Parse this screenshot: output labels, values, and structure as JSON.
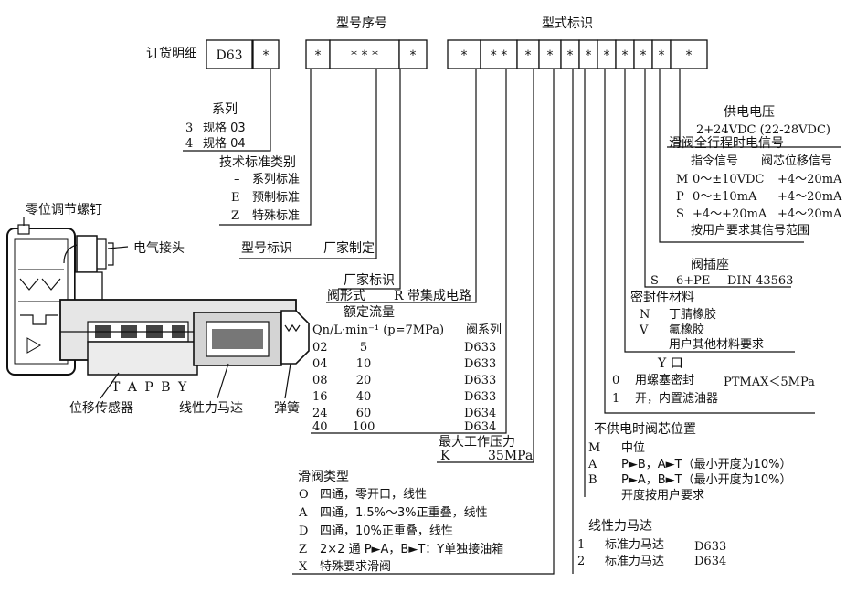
{
  "header": {
    "order_label": "订货明细",
    "serial_title": "型号序号",
    "form_title": "型式标识",
    "cells": {
      "d63": "D63",
      "star": "*",
      "stars2": "* *",
      "stars3": "* * *"
    }
  },
  "series": {
    "title": "系列",
    "items": [
      {
        "code": "3",
        "name": "规格 03"
      },
      {
        "code": "4",
        "name": "规格 04"
      }
    ]
  },
  "tech_std": {
    "title": "技术标准类别",
    "items": [
      {
        "code": "–",
        "name": "系列标准"
      },
      {
        "code": "E",
        "name": "预制标准"
      },
      {
        "code": "Z",
        "name": "特殊标准"
      }
    ]
  },
  "model_id": {
    "label": "型号标识",
    "value": "厂家制定"
  },
  "factory_id": {
    "label": "厂家标识"
  },
  "valve_form": {
    "label": "阀形式",
    "code": "R",
    "desc": "带集成电路"
  },
  "flow": {
    "title": "额定流量",
    "col_q": "Qn/L·min⁻¹ (p=7MPa)",
    "col_series": "阀系列",
    "rows": [
      {
        "code": "02",
        "flow": "5",
        "series": "D633"
      },
      {
        "code": "04",
        "flow": "10",
        "series": "D633"
      },
      {
        "code": "08",
        "flow": "20",
        "series": "D633"
      },
      {
        "code": "16",
        "flow": "40",
        "series": "D633"
      },
      {
        "code": "24",
        "flow": "60",
        "series": "D634"
      },
      {
        "code": "40",
        "flow": "100",
        "series": "D634"
      }
    ]
  },
  "max_pressure": {
    "title": "最大工作压力",
    "code": "K",
    "value": "35MPa"
  },
  "spool_type": {
    "title": "滑阀类型",
    "items": [
      {
        "code": "O",
        "desc": "四通，零开口，线性"
      },
      {
        "code": "A",
        "desc": "四通，1.5%～3%正重叠，线性"
      },
      {
        "code": "D",
        "desc": "四通，10%正重叠，线性"
      },
      {
        "code": "Z",
        "desc": "2×2 通 P►A，B►T：Y单独接油箱"
      },
      {
        "code": "X",
        "desc": "特殊要求滑阀"
      }
    ]
  },
  "motor": {
    "title": "线性力马达",
    "items": [
      {
        "code": "1",
        "name": "标准力马达",
        "series": "D633"
      },
      {
        "code": "2",
        "name": "标准力马达",
        "series": "D634"
      }
    ]
  },
  "power_off": {
    "title": "不供电时阀芯位置",
    "items": [
      {
        "code": "M",
        "desc": "中位"
      },
      {
        "code": "A",
        "desc": "P►B，A►T（最小开度为10%）"
      },
      {
        "code": "B",
        "desc": "P►A，B►T（最小开度为10%）"
      }
    ],
    "note": "开度按用户要求"
  },
  "y_port": {
    "title": "Y 口",
    "items": [
      {
        "code": "0",
        "desc": "用螺塞密封",
        "extra": "PTMAX＜5MPa"
      },
      {
        "code": "1",
        "desc": "开，内置滤油器"
      }
    ]
  },
  "seal": {
    "title": "密封件材料",
    "items": [
      {
        "code": "N",
        "desc": "丁腈橡胶"
      },
      {
        "code": "V",
        "desc": "氟橡胶"
      }
    ],
    "note": "用户其他材料要求"
  },
  "socket": {
    "title": "阀插座",
    "code": "S",
    "value": "6+PE",
    "std": "DIN 43563"
  },
  "signal": {
    "title": "滑阀全行程时电信号",
    "head_cmd": "指令信号",
    "head_pos": "阀芯位移信号",
    "rows": [
      {
        "code": "M",
        "cmd": "0～±10VDC",
        "pos": "+4～20mA"
      },
      {
        "code": "P",
        "cmd": "0～±10mA",
        "pos": "+4～20mA"
      },
      {
        "code": "S",
        "cmd": "+4～+20mA",
        "pos": "+4～20mA"
      }
    ],
    "note": "按用户要求其信号范围"
  },
  "supply": {
    "title": "供电电压",
    "value": "2+24VDC (22-28VDC)"
  },
  "valve_labels": {
    "zero_screw": "零位调节螺钉",
    "connector": "电气接头",
    "sensor": "位移传感器",
    "motor": "线性力马达",
    "spring": "弹簧",
    "ports": "T A P B Y"
  }
}
